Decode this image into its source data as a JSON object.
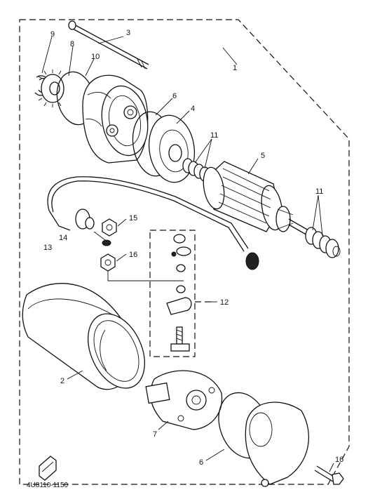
{
  "callouts": [
    {
      "id": "1",
      "text": "1"
    },
    {
      "id": "2",
      "text": "2"
    },
    {
      "id": "3",
      "text": "3"
    },
    {
      "id": "4",
      "text": "4"
    },
    {
      "id": "5",
      "text": "5"
    },
    {
      "id": "6",
      "text": "6"
    },
    {
      "id": "7",
      "text": "7"
    },
    {
      "id": "8",
      "text": "8"
    },
    {
      "id": "9",
      "text": "9"
    },
    {
      "id": "10",
      "text": "10"
    },
    {
      "id": "11a",
      "text": "11"
    },
    {
      "id": "11b",
      "text": "11"
    },
    {
      "id": "12",
      "text": "12"
    },
    {
      "id": "13",
      "text": "13"
    },
    {
      "id": "14",
      "text": "14"
    },
    {
      "id": "15",
      "text": "15"
    },
    {
      "id": "16a",
      "text": "16"
    },
    {
      "id": "16b",
      "text": "16"
    },
    {
      "id": "6b",
      "text": "6"
    }
  ],
  "figure_code": "4U8110-1150"
}
